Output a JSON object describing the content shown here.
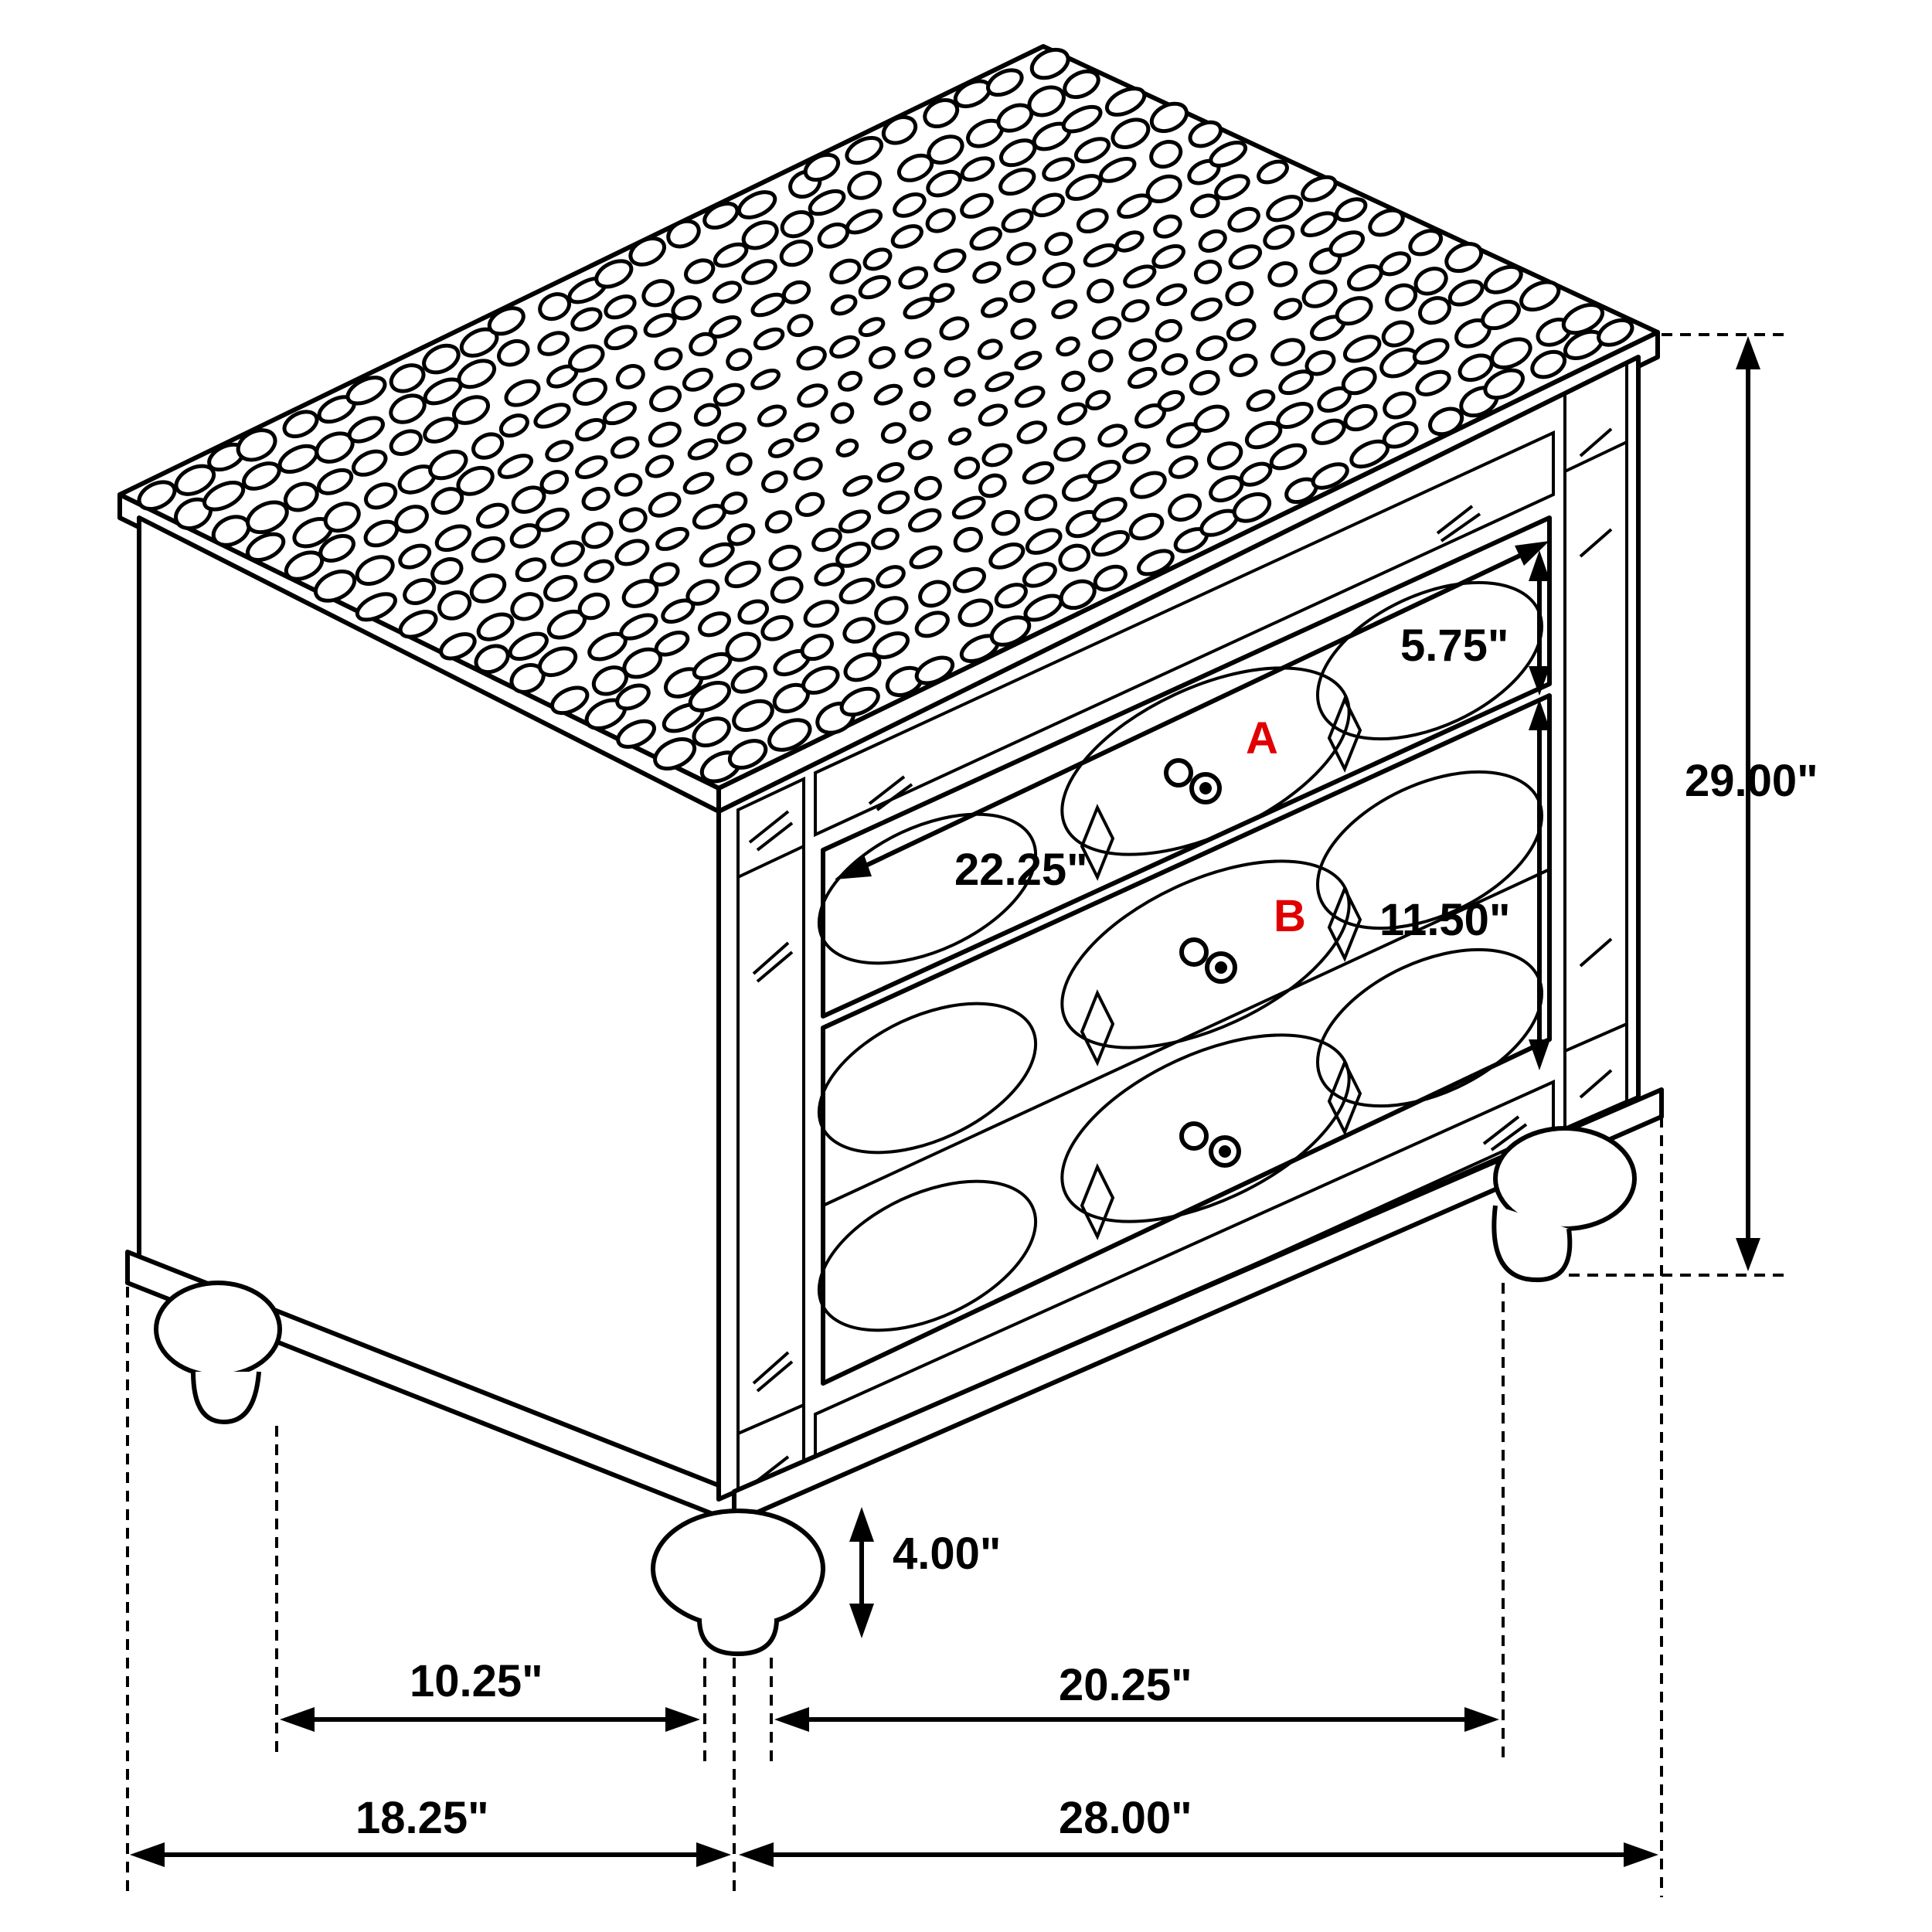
{
  "dimensions": {
    "height_total": "29.00\"",
    "drawer_width": "22.25\"",
    "drawer_a_height": "5.75\"",
    "drawer_b_height": "11.50\"",
    "leg_height": "4.00\"",
    "side_leg_span": "10.25\"",
    "front_leg_span": "20.25\"",
    "depth": "18.25\"",
    "width": "28.00\""
  },
  "labels": {
    "drawer_a": "A",
    "drawer_b": "B"
  },
  "colors": {
    "line": "#000000",
    "label_accent": "#e00000",
    "background": "#ffffff"
  }
}
